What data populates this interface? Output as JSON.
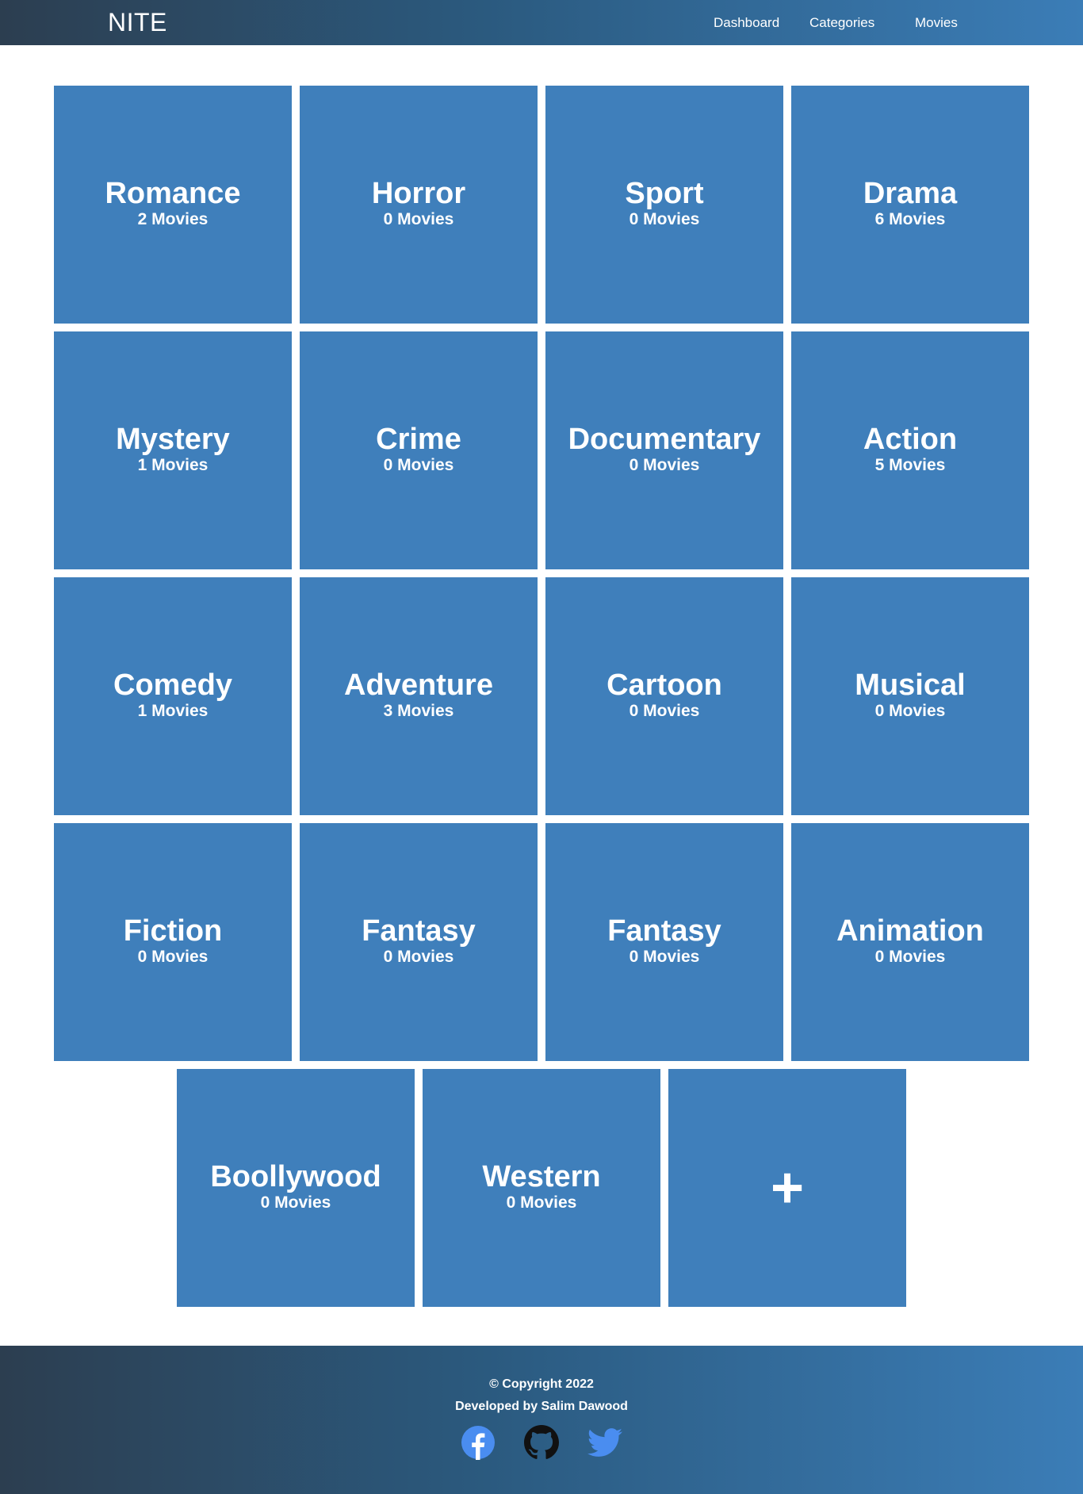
{
  "navbar": {
    "brand": "NITE",
    "links": [
      {
        "label": "Dashboard"
      },
      {
        "label": "Categories"
      },
      {
        "label": "Movies"
      }
    ]
  },
  "categories": [
    {
      "name": "Romance",
      "count": "2 Movies"
    },
    {
      "name": "Horror",
      "count": "0 Movies"
    },
    {
      "name": "Sport",
      "count": "0 Movies"
    },
    {
      "name": "Drama",
      "count": "6 Movies"
    },
    {
      "name": "Mystery",
      "count": "1 Movies"
    },
    {
      "name": "Crime",
      "count": "0 Movies"
    },
    {
      "name": "Documentary",
      "count": "0 Movies"
    },
    {
      "name": "Action",
      "count": "5 Movies"
    },
    {
      "name": "Comedy",
      "count": "1 Movies"
    },
    {
      "name": "Adventure",
      "count": "3 Movies"
    },
    {
      "name": "Cartoon",
      "count": "0 Movies"
    },
    {
      "name": "Musical",
      "count": "0 Movies"
    },
    {
      "name": "Fiction",
      "count": "0 Movies"
    },
    {
      "name": "Fantasy",
      "count": "0 Movies"
    },
    {
      "name": "Fantasy",
      "count": "0 Movies"
    },
    {
      "name": "Animation",
      "count": "0 Movies"
    },
    {
      "name": "Boollywood",
      "count": "0 Movies"
    },
    {
      "name": "Western",
      "count": "0 Movies"
    }
  ],
  "add_tile": {
    "symbol": "+"
  },
  "footer": {
    "copyright": "© Copyright 2022",
    "developer": "Developed by Salim Dawood",
    "social": [
      {
        "icon": "facebook-icon",
        "color": "#4a8df0"
      },
      {
        "icon": "github-icon",
        "color": "#111111"
      },
      {
        "icon": "twitter-icon",
        "color": "#4a8df0"
      }
    ]
  },
  "colors": {
    "tile": "#3f7fbb",
    "gradient_start": "#2c3e50",
    "gradient_end": "#3b7db7"
  }
}
